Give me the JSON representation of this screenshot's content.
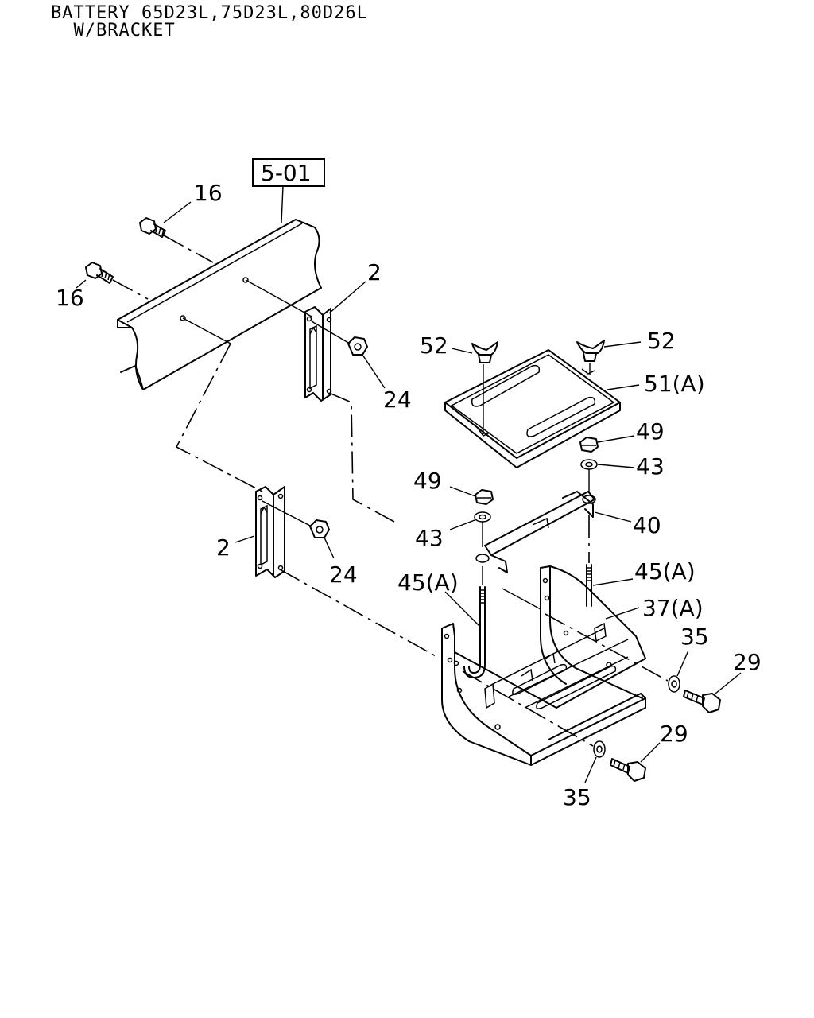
{
  "title": {
    "line1": "BATTERY 65D23L,75D23L,80D26L",
    "line2": "  W/BRACKET"
  },
  "reference_box": "5-01",
  "callouts": {
    "bolt_16_top": "16",
    "bolt_16_left": "16",
    "bracket_2_upper": "2",
    "bracket_2_lower": "2",
    "nut_24_upper": "24",
    "nut_24_lower": "24",
    "wing_nut_52_left": "52",
    "wing_nut_52_right": "52",
    "cover_51a": "51(A)",
    "nut_49_right": "49",
    "washer_43_right": "43",
    "nut_49_left": "49",
    "washer_43_left": "43",
    "clamp_40": "40",
    "rod_45a_left": "45(A)",
    "rod_45a_right": "45(A)",
    "tray_37a": "37(A)",
    "washer_35_right": "35",
    "bolt_29_right": "29",
    "bolt_29_lower": "29",
    "washer_35_lower": "35"
  }
}
